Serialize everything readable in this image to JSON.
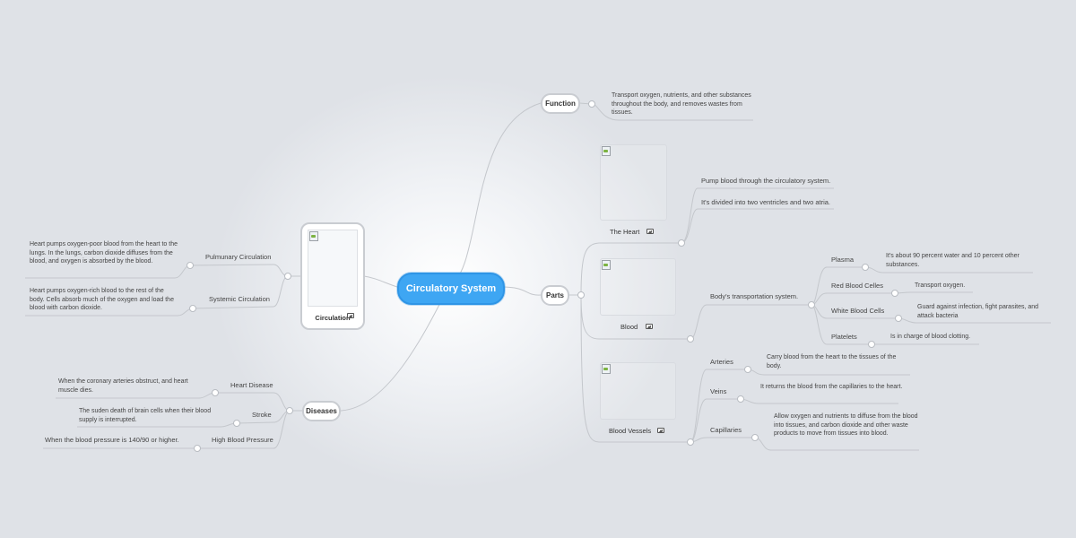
{
  "root": "Circulatory System",
  "function": {
    "label": "Function",
    "text": "Transport oxygen, nutrients, and other substances throughout the body, and removes wastes from tissues."
  },
  "parts": {
    "label": "Parts",
    "heart": {
      "caption": "The Heart",
      "facts": [
        "Pump blood through the circulatory system.",
        "It's divided into two ventricles and two atria."
      ]
    },
    "blood": {
      "caption": "Blood",
      "summary": "Body's transportation system.",
      "components": [
        {
          "name": "Plasma",
          "desc": "It's about 90 percent water and 10 percent other substances."
        },
        {
          "name": "Red Blood Celles",
          "desc": "Transport oxygen."
        },
        {
          "name": "White Blood Cells",
          "desc": "Guard against infection, fight parasites, and attack bacteria"
        },
        {
          "name": "Platelets",
          "desc": "Is in charge of blood clotting."
        }
      ]
    },
    "vessels": {
      "caption": "Blood Vessels",
      "types": [
        {
          "name": "Arteries",
          "desc": "Carry blood from the heart to the tissues of the body."
        },
        {
          "name": "Veins",
          "desc": "It returns the blood from the capillaries to the heart."
        },
        {
          "name": "Capillaries",
          "desc": "Allow oxygen and nutrients to diffuse from the blood into tissues, and carbon dioxide and other waste products to move from tissues into blood."
        }
      ]
    }
  },
  "circulation": {
    "caption": "Circulation",
    "types": [
      {
        "name": "Pulmunary Circulation",
        "desc": "Heart pumps oxygen-poor blood from the heart to the lungs. In the lungs, carbon dioxide diffuses from the blood, and oxygen is absorbed by the blood."
      },
      {
        "name": "Systemic Circulation",
        "desc": "Heart pumps oxygen-rich blood to the rest of the body. Cells absorb much of the oxygen and load the blood with carbon dioxide."
      }
    ]
  },
  "diseases": {
    "label": "Diseases",
    "items": [
      {
        "name": "Heart Disease",
        "desc": "When the coronary arteries obstruct, and heart muscle dies."
      },
      {
        "name": "Stroke",
        "desc": "The suden death of brain cells when their blood supply is interrupted."
      },
      {
        "name": "High Blood Pressure",
        "desc": "When the blood pressure is 140/90 or higher."
      }
    ]
  },
  "colors": {
    "root": "#3ea6f3",
    "edge": "#c4c7cc",
    "background": "#dfe2e7"
  },
  "icons": [
    "image-icon"
  ]
}
